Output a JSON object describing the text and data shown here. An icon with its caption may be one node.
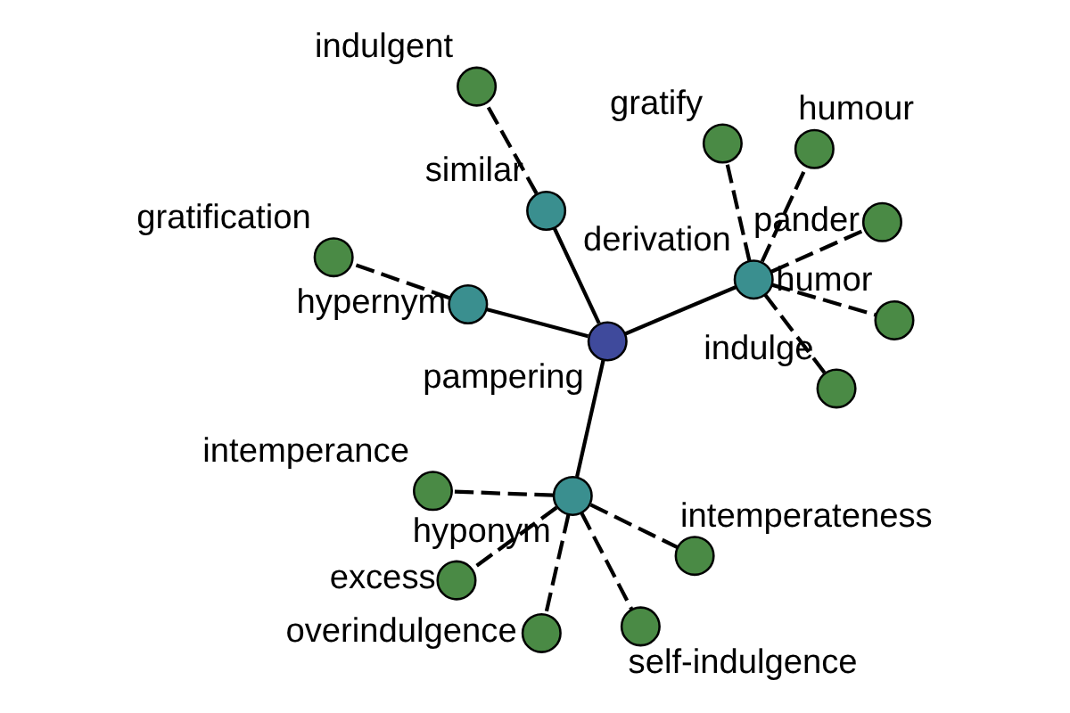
{
  "diagram": {
    "nodes": [
      {
        "text": [
          "pampering"
        ]
      },
      {
        "text": [
          "similar"
        ]
      },
      {
        "text": [
          "hyponym"
        ]
      },
      {
        "text": [
          "hypernym"
        ]
      },
      {
        "text": [
          "derivation"
        ]
      },
      {
        "text": [
          "indulgent"
        ]
      },
      {
        "text": [
          "excess"
        ]
      },
      {
        "text": [
          "self-indulgence"
        ]
      },
      {
        "text": [
          "intemperance"
        ]
      },
      {
        "text": [
          "overindulgence"
        ]
      },
      {
        "text": [
          "intemperateness"
        ]
      },
      {
        "text": [
          "gratification"
        ]
      },
      {
        "text": [
          "pander"
        ]
      },
      {
        "text": [
          "humour"
        ]
      },
      {
        "text": [
          "gratify"
        ]
      },
      {
        "text": [
          "indulge"
        ]
      },
      {
        "text": [
          "humor"
        ]
      }
    ],
    "edges": [
      {
        "from": 0,
        "to": 1,
        "arrow": "none"
      },
      {
        "from": 0,
        "to": 2,
        "arrow": "none"
      },
      {
        "from": 0,
        "to": 3,
        "arrow": "none"
      },
      {
        "from": 0,
        "to": 4,
        "arrow": "none"
      },
      {
        "from": 1,
        "to": 5,
        "arrow": "none",
        "style": "dashed"
      },
      {
        "from": 2,
        "to": 6,
        "arrow": "none",
        "style": "dashed"
      },
      {
        "from": 2,
        "to": 7,
        "arrow": "none",
        "style": "dashed"
      },
      {
        "from": 2,
        "to": 8,
        "arrow": "none",
        "style": "dashed"
      },
      {
        "from": 2,
        "to": 9,
        "arrow": "none",
        "style": "dashed"
      },
      {
        "from": 2,
        "to": 10,
        "arrow": "none",
        "style": "dashed"
      },
      {
        "from": 3,
        "to": 11,
        "arrow": "none",
        "style": "dashed"
      },
      {
        "from": 4,
        "to": 12,
        "arrow": "none",
        "style": "dashed"
      },
      {
        "from": 4,
        "to": 13,
        "arrow": "none",
        "style": "dashed"
      },
      {
        "from": 4,
        "to": 14,
        "arrow": "none",
        "style": "dashed"
      },
      {
        "from": 4,
        "to": 15,
        "arrow": "none",
        "style": "dashed"
      },
      {
        "from": 4,
        "to": 16,
        "arrow": "none",
        "style": "dashed"
      }
    ]
  }
}
